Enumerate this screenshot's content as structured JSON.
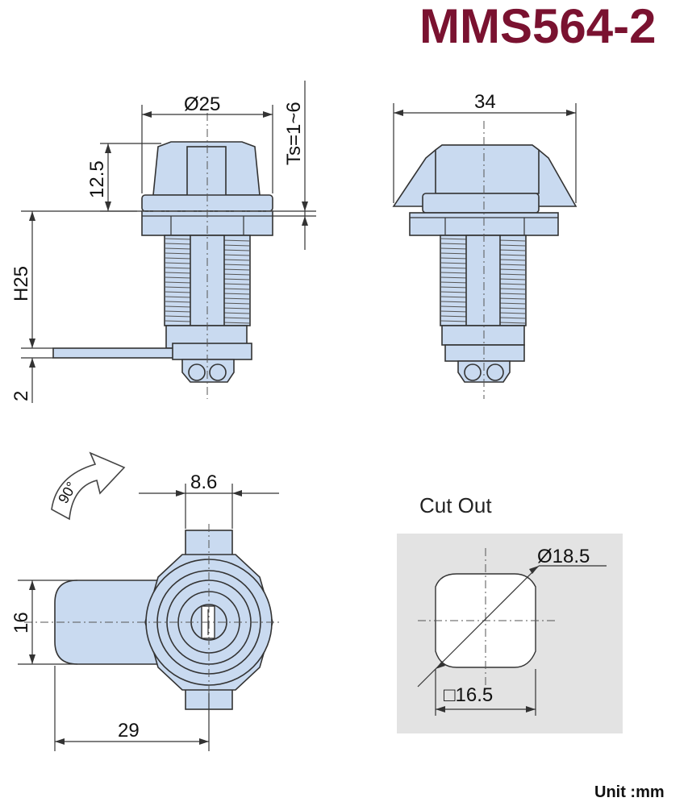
{
  "title": "MMS564-2",
  "unit_label": "Unit :mm",
  "dimensions": {
    "diameter_top": "Ø25",
    "thickness_range": "Ts=1~6",
    "knob_height": "12.5",
    "body_height": "H25",
    "cam_thickness": "2",
    "width_side": "34",
    "key_width": "8.6",
    "cam_width": "16",
    "cam_length": "29",
    "rotation": "90°"
  },
  "cutout": {
    "label": "Cut Out",
    "diameter": "Ø18.5",
    "square": "□16.5"
  },
  "colors": {
    "title": "#7a1230",
    "part_fill": "#c9daf0",
    "cutout_bg": "#e3e3e3"
  }
}
